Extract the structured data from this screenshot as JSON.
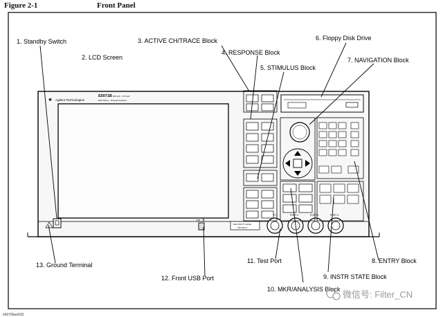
{
  "figure": {
    "number": "Figure 2-1",
    "title": "Front Panel"
  },
  "panel": {
    "brand": "Agilent Technologies",
    "model": "E5071B",
    "model_line1": "300 kHz - 8.5 GHz",
    "model_line2": "ENA Series",
    "model_line3": "Network Analyzer",
    "usb_label": "USB",
    "port_labels": [
      "PORT 1",
      "PORT 2",
      "PORT 3",
      "PORT 4"
    ],
    "protect_line1": "MAX INPUT LEVEL",
    "protect_line2": "PROTECT"
  },
  "callouts": [
    {
      "id": "standby",
      "text": "1. Standby Switch"
    },
    {
      "id": "lcd",
      "text": "2. LCD Screen"
    },
    {
      "id": "active",
      "text": "3. ACTIVE CH/TRACE Block"
    },
    {
      "id": "response",
      "text": "4. RESPONSE Block"
    },
    {
      "id": "stimulus",
      "text": "5. STIMULUS Block"
    },
    {
      "id": "floppy",
      "text": "6. Floppy Disk Drive"
    },
    {
      "id": "navigation",
      "text": "7. NAVIGATION Block"
    },
    {
      "id": "entry",
      "text": "8. ENTRY Block"
    },
    {
      "id": "instr",
      "text": "9. INSTR STATE Block"
    },
    {
      "id": "mkr",
      "text": "10. MKR/ANALYSIS Block"
    },
    {
      "id": "test",
      "text": "11. Test Port"
    },
    {
      "id": "usb",
      "text": "12. Front USB Port"
    },
    {
      "id": "ground",
      "text": "13. Ground Terminal"
    }
  ],
  "footer_code": "e5070bue032",
  "watermark": "微信号: Filter_CN"
}
